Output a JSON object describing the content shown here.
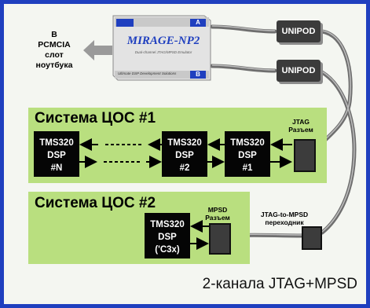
{
  "slot_label": [
    "В",
    "PCMCIA",
    "слот",
    "ноутбука"
  ],
  "card": {
    "title": "MIRAGE-NP2",
    "subtitle": "Dual-channel JTAG/MPSD Emulator",
    "footer": "Ultimate DSP Development Solutions",
    "port_a": "A",
    "port_b": "B"
  },
  "unipod_top": "UNIPOD",
  "unipod_bottom": "UNIPOD",
  "system1": {
    "title": "Система ЦОС #1",
    "connector_label": [
      "JTAG",
      "Разъем"
    ],
    "dsp_n": [
      "TMS320",
      "DSP",
      "#N"
    ],
    "dsp_2": [
      "TMS320",
      "DSP",
      "#2"
    ],
    "dsp_1": [
      "TMS320",
      "DSP",
      "#1"
    ]
  },
  "system2": {
    "title": "Система ЦОС #2",
    "connector_label": [
      "MPSD",
      "Разъем"
    ],
    "dsp": [
      "TMS320",
      "DSP",
      "('C3x)"
    ],
    "adapter_label": [
      "JTAG-to-MPSD",
      "переходник"
    ]
  },
  "caption": "2-канала JTAG+MPSD",
  "colors": {
    "border": "#1f3fbf",
    "panel": "#b9df7f",
    "card_title": "#1f3fbf"
  }
}
